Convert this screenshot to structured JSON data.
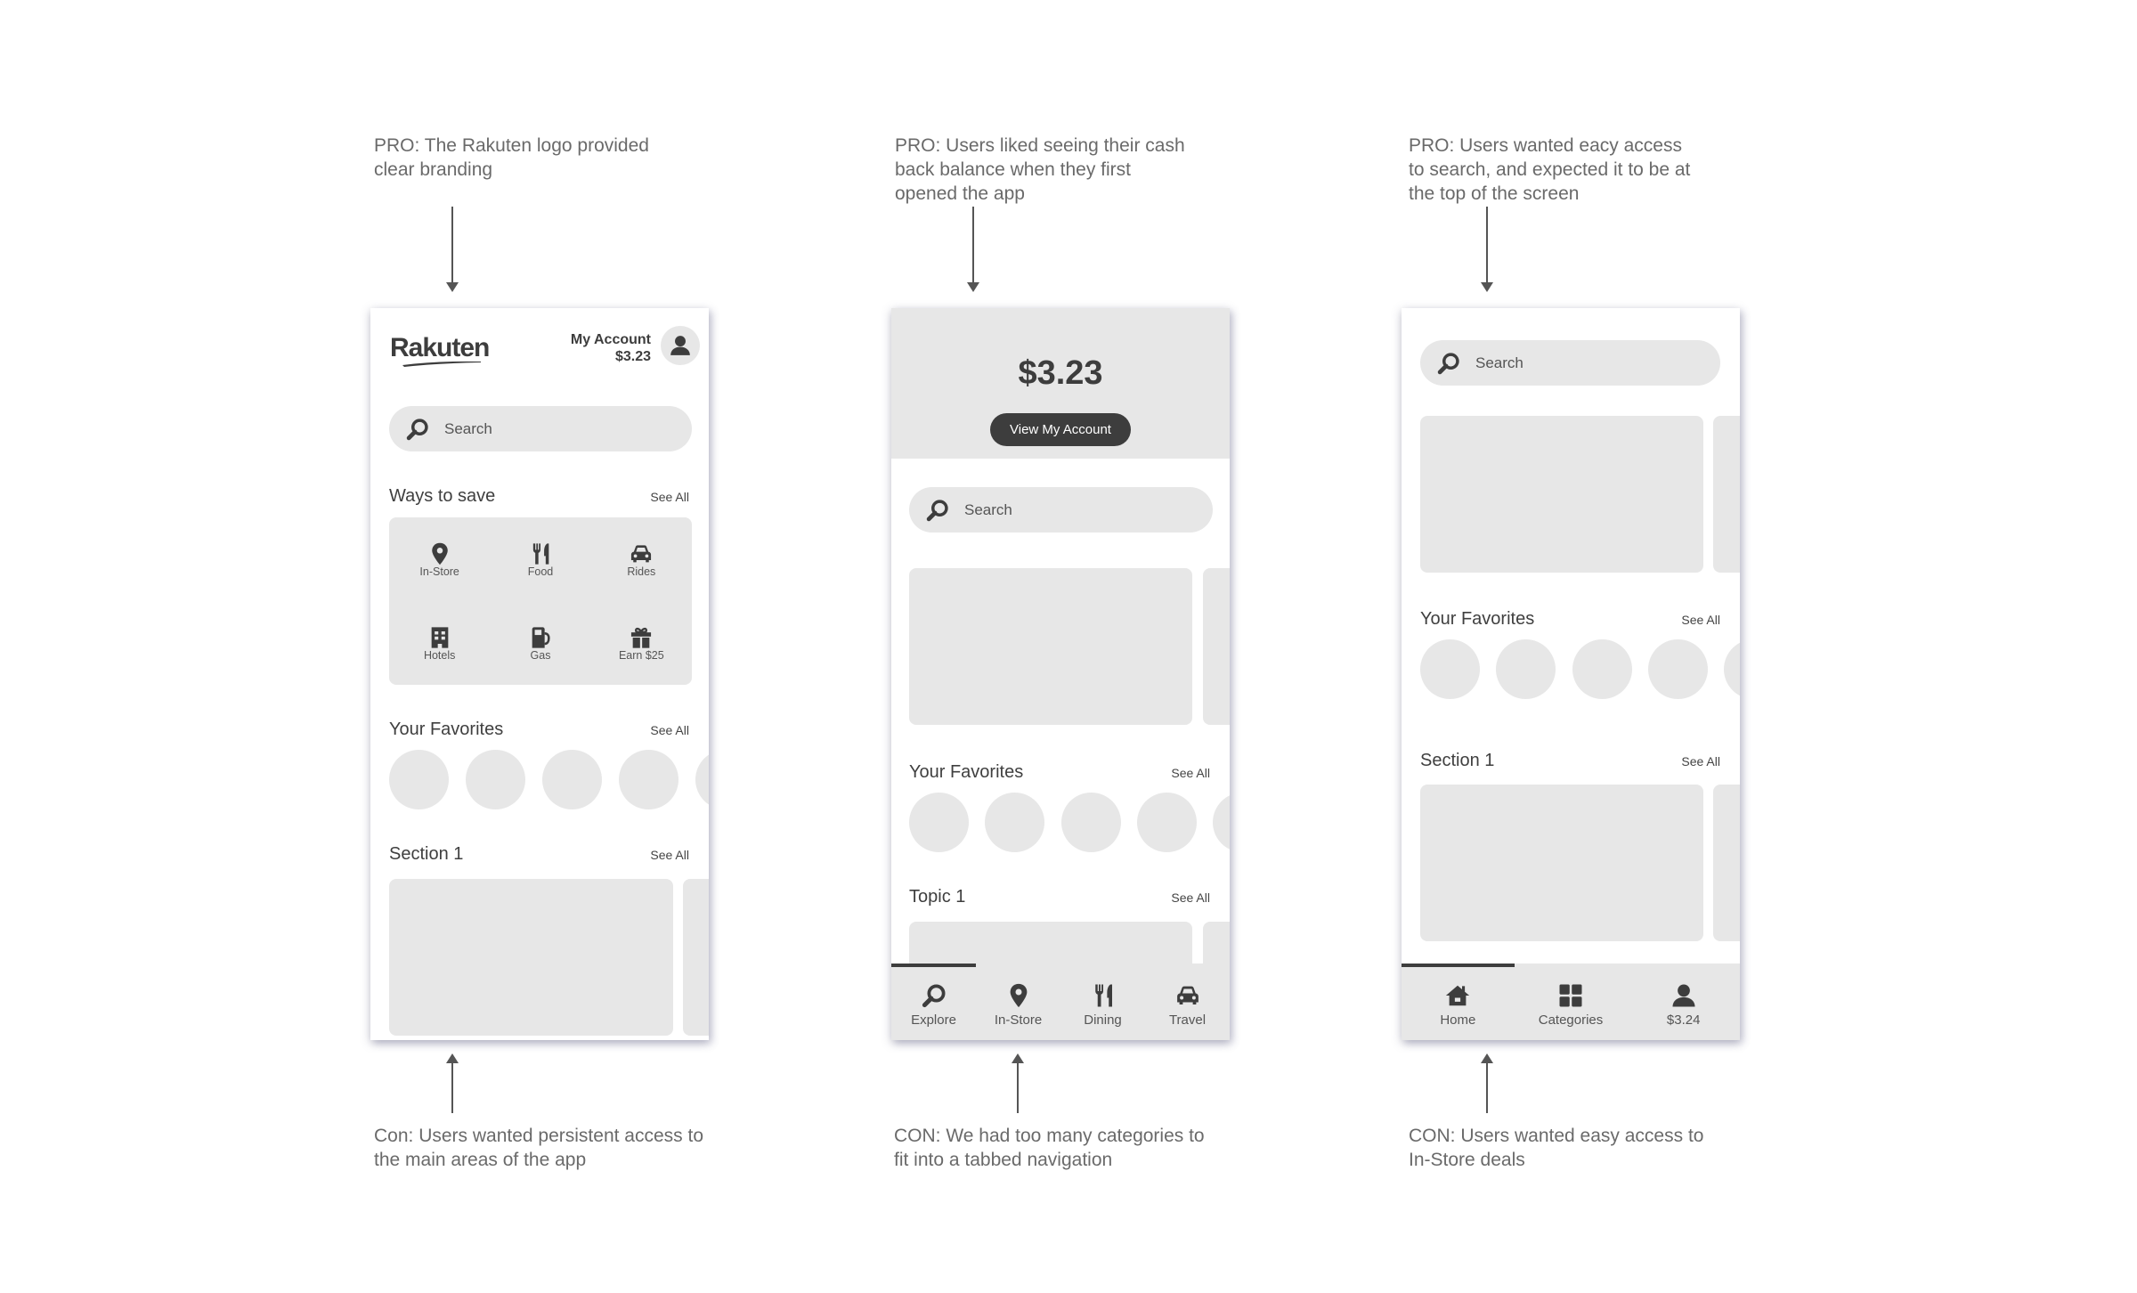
{
  "annotations": {
    "pro": [
      "PRO: The Rakuten logo provided clear branding",
      "PRO: Users liked seeing their cash back balance when they first opened the app",
      "PRO: Users wanted eacy access to search, and expected it to be at the top of the screen"
    ],
    "con": [
      "Con: Users wanted persistent access to the main areas of the app",
      "CON: We had too many categories to fit into a tabbed navigation",
      "CON: Users wanted easy access to In-Store deals"
    ]
  },
  "phone1": {
    "logo": "Rakuten",
    "account_label": "My Account",
    "account_balance": "$3.23",
    "search_placeholder": "Search",
    "ways_title": "Ways to save",
    "ways_see_all": "See All",
    "ways_items": [
      {
        "label": "In-Store",
        "icon": "map-pin-icon"
      },
      {
        "label": "Food",
        "icon": "fork-knife-icon"
      },
      {
        "label": "Rides",
        "icon": "car-icon"
      },
      {
        "label": "Hotels",
        "icon": "hotel-icon"
      },
      {
        "label": "Gas",
        "icon": "gas-pump-icon"
      },
      {
        "label": "Earn $25",
        "icon": "gift-icon"
      }
    ],
    "favorites_title": "Your Favorites",
    "favorites_see_all": "See All",
    "section1_title": "Section 1",
    "section1_see_all": "See All"
  },
  "phone2": {
    "balance": "$3.23",
    "view_account_button": "View My Account",
    "search_placeholder": "Search",
    "favorites_title": "Your Favorites",
    "favorites_see_all": "See All",
    "topic1_title": "Topic 1",
    "topic1_see_all": "See All",
    "nav": [
      {
        "label": "Explore",
        "icon": "search-icon",
        "active": true
      },
      {
        "label": "In-Store",
        "icon": "map-pin-icon"
      },
      {
        "label": "Dining",
        "icon": "fork-knife-icon"
      },
      {
        "label": "Travel",
        "icon": "car-icon"
      }
    ]
  },
  "phone3": {
    "search_placeholder": "Search",
    "favorites_title": "Your Favorites",
    "favorites_see_all": "See All",
    "section1_title": "Section 1",
    "section1_see_all": "See All",
    "nav": [
      {
        "label": "Home",
        "icon": "home-icon",
        "active": true
      },
      {
        "label": "Categories",
        "icon": "grid-icon"
      },
      {
        "label": "$3.24",
        "icon": "user-icon"
      }
    ]
  },
  "colors": {
    "placeholder_gray": "#e7e7e7",
    "dark": "#3d3d3d",
    "annotation_text": "#6a6a6a"
  }
}
